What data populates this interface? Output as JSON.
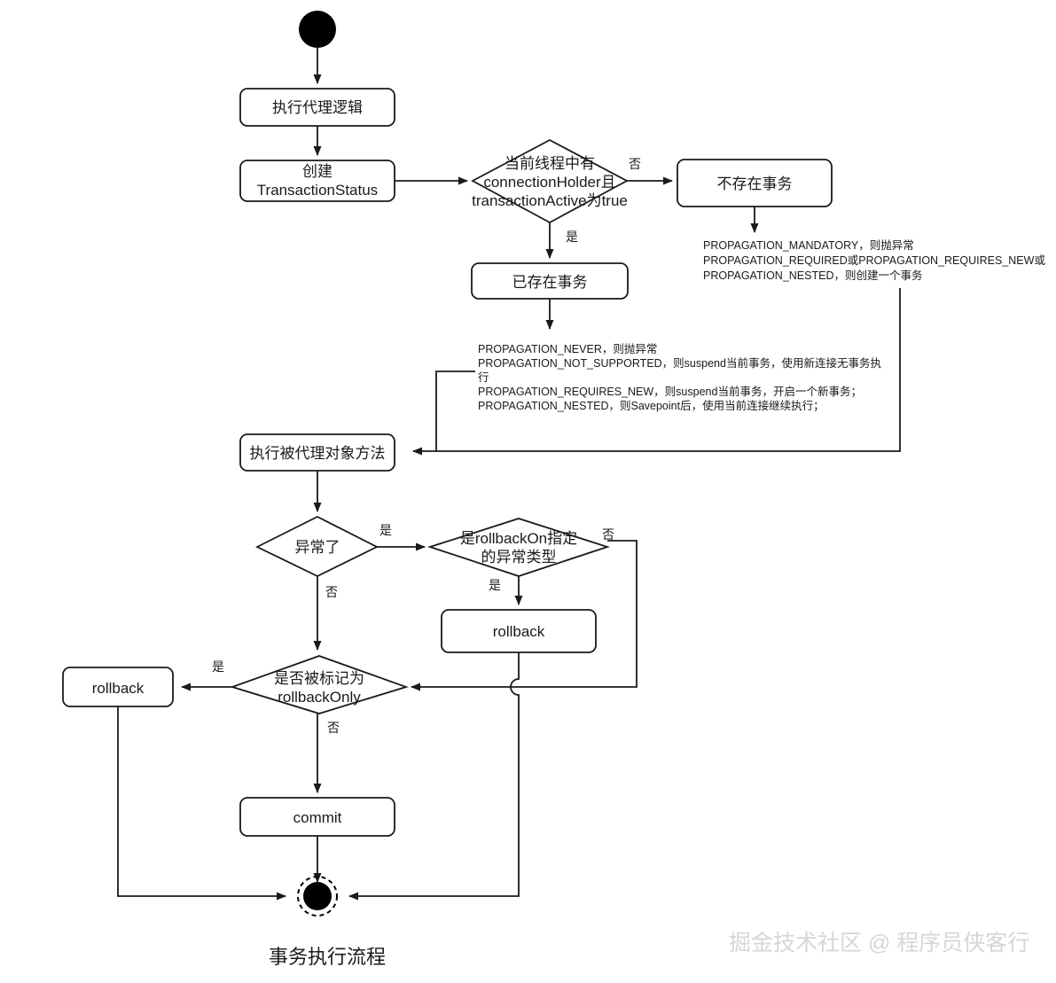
{
  "diagram": {
    "title": "事务执行流程",
    "watermark": "掘金技术社区 @ 程序员侠客行",
    "nodes": {
      "start": "",
      "proxy_logic": "执行代理逻辑",
      "create_status_l1": "创建",
      "create_status_l2": "TransactionStatus",
      "decide_thread_l1": "当前线程中有",
      "decide_thread_l2": "connectionHolder且",
      "decide_thread_l3": "transactionActive为true",
      "no_tx": "不存在事务",
      "has_tx": "已存在事务",
      "invoke_target": "执行被代理对象方法",
      "decide_exception": "异常了",
      "decide_rollback_on_l1": "是rollbackOn指定",
      "decide_rollback_on_l2": "的异常类型",
      "rollback_right": "rollback",
      "decide_rollback_only_l1": "是否被标记为",
      "decide_rollback_only_l2": "rollbackOnly",
      "rollback_left": "rollback",
      "commit": "commit",
      "end": ""
    },
    "edge_labels": {
      "thread_no": "否",
      "thread_yes": "是",
      "exception_yes": "是",
      "exception_no": "否",
      "rollback_on_yes": "是",
      "rollback_on_no": "否",
      "rollback_only_yes": "是",
      "rollback_only_no": "否"
    },
    "notes": {
      "no_tx_note": [
        "PROPAGATION_MANDATORY，则抛异常",
        "PROPAGATION_REQUIRED或PROPAGATION_REQUIRES_NEW或",
        "PROPAGATION_NESTED，则创建一个事务"
      ],
      "has_tx_note": [
        "PROPAGATION_NEVER，则抛异常",
        "PROPAGATION_NOT_SUPPORTED，则suspend当前事务，使用新连接无事务执",
        "行",
        "PROPAGATION_REQUIRES_NEW，则suspend当前事务，开启一个新事务；",
        "PROPAGATION_NESTED，则Savepoint后，使用当前连接继续执行；"
      ]
    },
    "colors": {
      "stroke": "#1a1a1a",
      "background": "#ffffff",
      "watermark": "#d6d6d6"
    }
  }
}
